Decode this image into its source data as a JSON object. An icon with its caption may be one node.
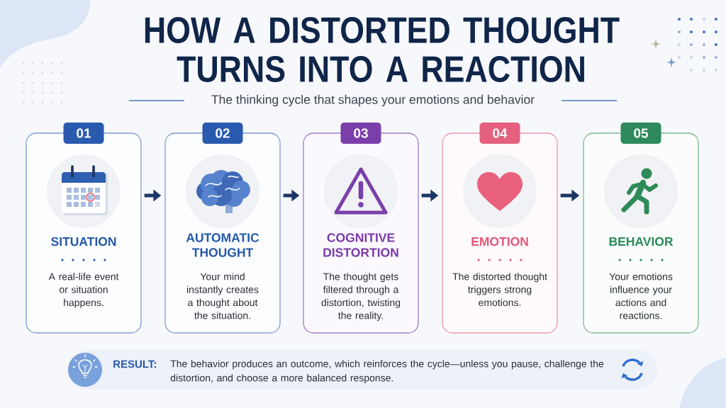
{
  "diagram": {
    "title": "HOW A DISTORTED THOUGHT TURNS INTO A REACTION",
    "nodes": [
      {
        "text": [
          "01",
          "SITUATION",
          "A real-life event or situation happens."
        ]
      },
      {
        "text": [
          "02",
          "AUTOMATIC THOUGHT",
          "Your mind instantly creates a thought about the situation."
        ]
      },
      {
        "text": [
          "03",
          "COGNITIVE DISTORTION",
          "The thought gets filtered through a distortion, twisting the reality."
        ]
      },
      {
        "text": [
          "04",
          "EMOTION",
          "The distorted thought triggers strong emotions."
        ]
      },
      {
        "text": [
          "05",
          "BEHAVIOR",
          "Your emotions influence your actions and reactions."
        ]
      },
      {
        "text": [
          "RESULT:",
          "The behavior produces an outcome, which reinforces the cycle—unless you pause, challenge the distortion, and choose a more balanced response."
        ]
      }
    ],
    "edges": [
      {
        "from": 0,
        "to": 1,
        "arrow": "to"
      },
      {
        "from": 1,
        "to": 2,
        "arrow": "to"
      },
      {
        "from": 2,
        "to": 3,
        "arrow": "to"
      },
      {
        "from": 3,
        "to": 4,
        "arrow": "to"
      }
    ],
    "labels": [
      "The thinking cycle that shapes your emotions and behavior"
    ]
  }
}
